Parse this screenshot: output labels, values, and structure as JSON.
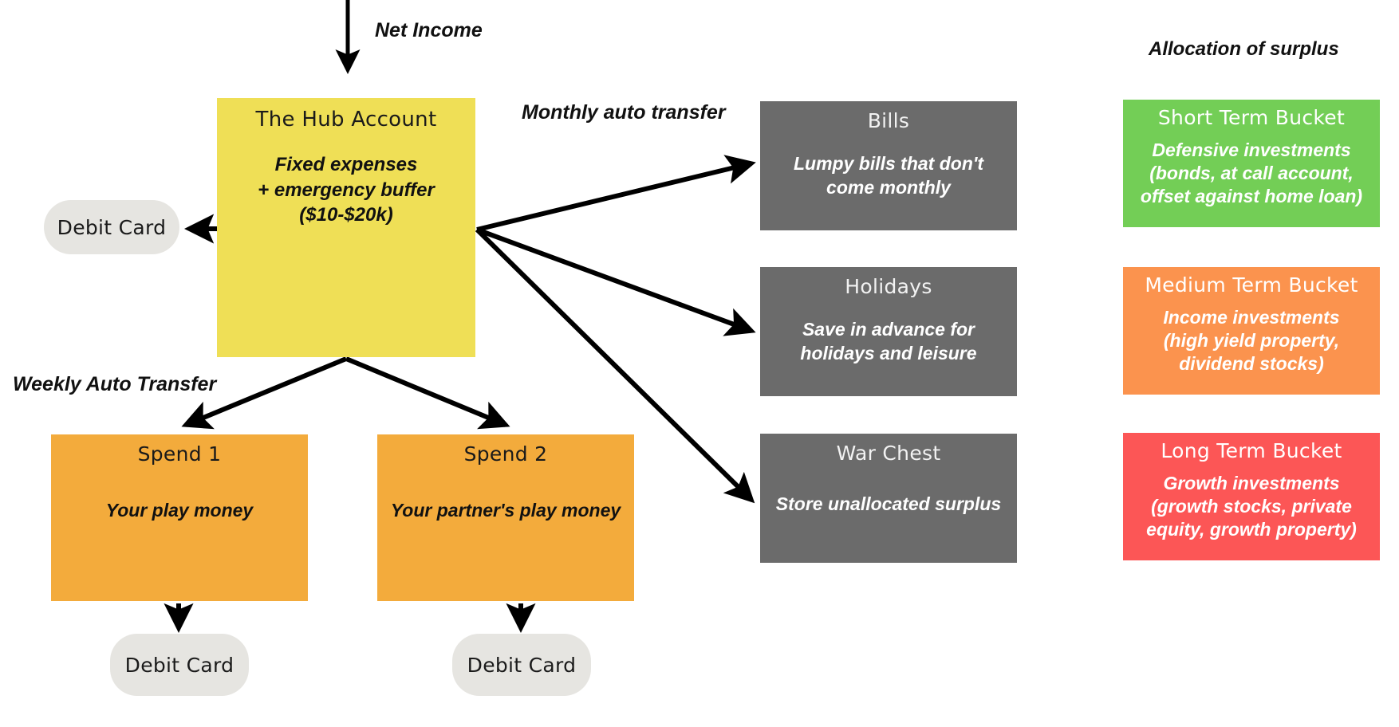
{
  "diagram": {
    "title_labels": {
      "net_income": "Net Income",
      "monthly_auto_transfer": "Monthly auto transfer",
      "weekly_auto_transfer": "Weekly Auto Transfer",
      "allocation_of_surplus": "Allocation of surplus"
    },
    "hub": {
      "title": "The Hub Account",
      "body": "Fixed expenses\n+ emergency buffer\n($10-$20k)",
      "body_lines": [
        "Fixed expenses",
        "+ emergency buffer",
        "($10-$20k)"
      ],
      "color": "#EFDF56"
    },
    "debit_cards": [
      {
        "label": "Debit Card",
        "color": "#E6E5E1"
      },
      {
        "label": "Debit Card",
        "color": "#E6E5E1"
      },
      {
        "label": "Debit Card",
        "color": "#E6E5E1"
      }
    ],
    "spend_accounts": [
      {
        "title": "Spend 1",
        "body": "Your play money",
        "color": "#F3AB3C"
      },
      {
        "title": "Spend 2",
        "body": "Your partner's play money",
        "color": "#F3AB3C"
      }
    ],
    "purpose_accounts": [
      {
        "title": "Bills",
        "body": "Lumpy bills that don't come monthly",
        "body_lines": [
          "Lumpy bills that don't",
          "come monthly"
        ],
        "color": "#6B6B6B"
      },
      {
        "title": "Holidays",
        "body": "Save in advance for holidays and leisure",
        "body_lines": [
          "Save in advance for",
          "holidays and leisure"
        ],
        "color": "#6B6B6B"
      },
      {
        "title": "War Chest",
        "body": "Store unallocated surplus",
        "body_lines": [
          "Store unallocated surplus"
        ],
        "color": "#6B6B6B"
      }
    ],
    "buckets": [
      {
        "title": "Short Term Bucket",
        "body": "Defensive investments (bonds, at call account, offset against home loan)",
        "body_lines": [
          "Defensive investments",
          "(bonds, at call account,",
          "offset against home loan)"
        ],
        "color": "#73CE56"
      },
      {
        "title": "Medium Term Bucket",
        "body": "Income investments (high yield property, dividend stocks)",
        "body_lines": [
          "Income investments",
          "(high yield property,",
          "dividend stocks)"
        ],
        "color": "#FB934E"
      },
      {
        "title": "Long Term Bucket",
        "body": "Growth investments (growth stocks, private equity, growth property)",
        "body_lines": [
          "Growth investments",
          "(growth stocks, private",
          "equity, growth property)"
        ],
        "color": "#FC5656"
      }
    ],
    "arrow_color": "#000000"
  }
}
